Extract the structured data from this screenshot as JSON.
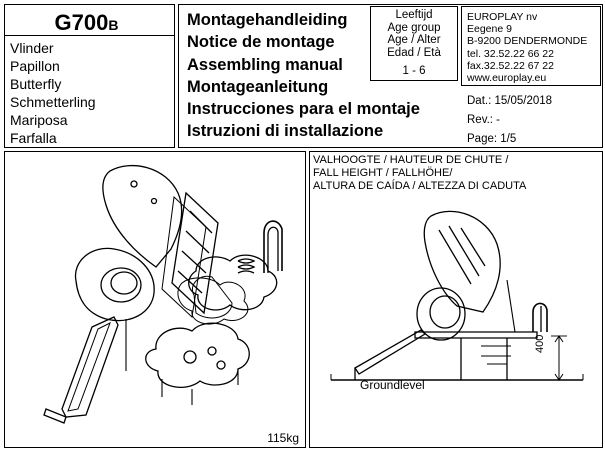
{
  "header": {
    "model_code": "G700",
    "model_suffix": "B",
    "names": [
      "Vlinder",
      "Papillon",
      "Butterfly",
      "Schmetterling",
      "Mariposa",
      "Farfalla"
    ]
  },
  "titles": [
    "Montagehandleiding",
    "Notice de montage",
    "Assembling manual",
    "Montageanleitung",
    "Instrucciones para el montaje",
    "Istruzioni di installazione"
  ],
  "age_group": {
    "labels": [
      "Leeftijd",
      "Age group",
      "Age / Alter",
      "Edad / Età"
    ],
    "range": "1 - 6"
  },
  "company": [
    "EUROPLAY nv",
    "Eegene 9",
    "B-9200 DENDERMONDE",
    "tel. 32.52.22 66 22",
    "fax.32.52.22 67 22",
    "www.europlay.eu"
  ],
  "meta": {
    "date": "Dat.: 15/05/2018",
    "rev": "Rev.: -",
    "page": "Page: 1/5"
  },
  "fall_height": {
    "lines": [
      "VALHOOGTE / HAUTEUR DE CHUTE /",
      "FALL HEIGHT / FALLHÖHE/",
      "ALTURA DE CAÍDA / ALTEZZA DI CADUTA"
    ],
    "value": "400",
    "ground_label": "Groundlevel"
  },
  "weight": "115kg"
}
